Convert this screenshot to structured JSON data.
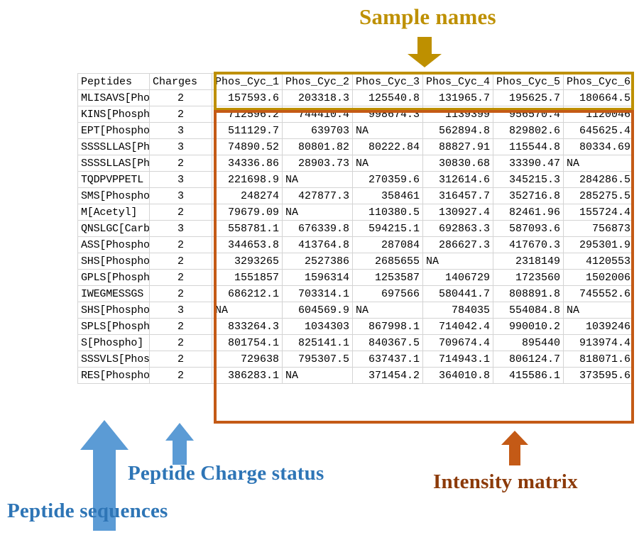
{
  "annotations": {
    "sample_names": "Sample names",
    "intensity_matrix": "Intensity matrix",
    "charge_status": "Peptide Charge status",
    "peptide_sequences": "Peptide sequences"
  },
  "colors": {
    "sample_names": "#BE9000",
    "intensity_matrix": "#C45A16",
    "annotation_blue": "#2E75B6",
    "header_blue": "#A9CCE7",
    "header_yellow": "#FFFF00",
    "intensity_label": "#8C3A09"
  },
  "table": {
    "headers": {
      "peptides": "Peptides",
      "charges": "Charges",
      "samples": [
        "Phos_Cyc_1",
        "Phos_Cyc_2",
        "Phos_Cyc_3",
        "Phos_Cyc_4",
        "Phos_Cyc_5",
        "Phos_Cyc_6"
      ]
    },
    "rows": [
      {
        "peptide": "MLISAVS[Phospho]",
        "charge": "2",
        "values": [
          "157593.6",
          "203318.3",
          "125540.8",
          "131965.7",
          "195625.7",
          "180664.5"
        ]
      },
      {
        "peptide": "KINS[Phospho]",
        "charge": "2",
        "values": [
          "712596.2",
          "744410.4",
          "998674.3",
          "1139399",
          "956570.4",
          "1120046"
        ]
      },
      {
        "peptide": "EPT[Phospho]",
        "charge": "3",
        "values": [
          "511129.7",
          "639703",
          "NA",
          "562894.8",
          "829802.6",
          "645625.4"
        ]
      },
      {
        "peptide": "SSSSLLAS[Phospho]",
        "charge": "3",
        "values": [
          "74890.52",
          "80801.82",
          "80222.84",
          "88827.91",
          "115544.8",
          "80334.69"
        ]
      },
      {
        "peptide": "SSSSLLAS[Phospho]",
        "charge": "2",
        "values": [
          "34336.86",
          "28903.73",
          "NA",
          "30830.68",
          "33390.47",
          "NA"
        ]
      },
      {
        "peptide": "TQDPVPPETL",
        "charge": "3",
        "values": [
          "221698.9",
          "NA",
          "270359.6",
          "312614.6",
          "345215.3",
          "284286.5"
        ]
      },
      {
        "peptide": "SMS[Phospho]",
        "charge": "3",
        "values": [
          "248274",
          "427877.3",
          "358461",
          "316457.7",
          "352716.8",
          "285275.5"
        ]
      },
      {
        "peptide": "M[Acetyl]",
        "charge": "2",
        "values": [
          "79679.09",
          "NA",
          "110380.5",
          "130927.4",
          "82461.96",
          "155724.4"
        ]
      },
      {
        "peptide": "QNSLGC[Carb]",
        "charge": "3",
        "values": [
          "558781.1",
          "676339.8",
          "594215.1",
          "692863.3",
          "587093.6",
          "756873"
        ]
      },
      {
        "peptide": "ASS[Phospho]",
        "charge": "2",
        "values": [
          "344653.8",
          "413764.8",
          "287084",
          "286627.3",
          "417670.3",
          "295301.9"
        ]
      },
      {
        "peptide": "SHS[Phospho]",
        "charge": "2",
        "values": [
          "3293265",
          "2527386",
          "2685655",
          "NA",
          "2318149",
          "4120553"
        ]
      },
      {
        "peptide": "GPLS[Phospho]",
        "charge": "2",
        "values": [
          "1551857",
          "1596314",
          "1253587",
          "1406729",
          "1723560",
          "1502006"
        ]
      },
      {
        "peptide": "IWEGMESSGS",
        "charge": "2",
        "values": [
          "686212.1",
          "703314.1",
          "697566",
          "580441.7",
          "808891.8",
          "745552.6"
        ]
      },
      {
        "peptide": "SHS[Phospho]",
        "charge": "3",
        "values": [
          "NA",
          "604569.9",
          "NA",
          "784035",
          "554084.8",
          "NA"
        ]
      },
      {
        "peptide": "SPLS[Phospho]",
        "charge": "2",
        "values": [
          "833264.3",
          "1034303",
          "867998.1",
          "714042.4",
          "990010.2",
          "1039246"
        ]
      },
      {
        "peptide": "S[Phospho]",
        "charge": "2",
        "values": [
          "801754.1",
          "825141.1",
          "840367.5",
          "709674.4",
          "895440",
          "913974.4"
        ]
      },
      {
        "peptide": "SSSVLS[Phospho]",
        "charge": "2",
        "values": [
          "729638",
          "795307.5",
          "637437.1",
          "714943.1",
          "806124.7",
          "818071.6"
        ]
      },
      {
        "peptide": "RES[Phospho]",
        "charge": "2",
        "values": [
          "386283.1",
          "NA",
          "371454.2",
          "364010.8",
          "415586.1",
          "373595.6"
        ]
      }
    ]
  }
}
